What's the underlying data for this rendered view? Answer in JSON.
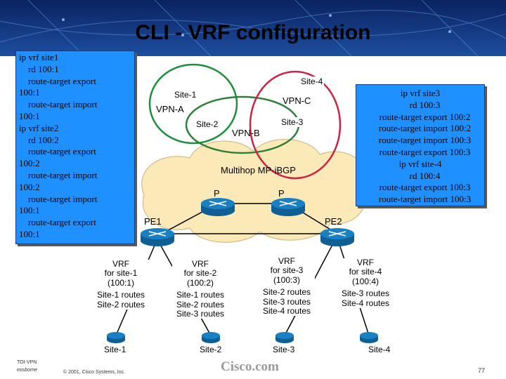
{
  "title": "CLI - VRF configuration",
  "config_left": [
    "ip vrf site1",
    "  rd 100:1",
    "  route-target export",
    "100:1",
    "  route-target import",
    "100:1",
    "ip vrf site2",
    "  rd 100:2",
    "  route-target export",
    "100:2",
    "  route-target import",
    "100:2",
    "  route-target import",
    "100:1",
    "  route-target export",
    "100:1"
  ],
  "config_right": [
    "ip vrf site3",
    "  rd 100:3",
    "  route-target export 100:2",
    "  route-target import 100:2",
    "  route-target import 100:3",
    "  route-target export  100:3",
    "ip vrf site-4",
    "  rd 100:4",
    "  route-target export 100:3",
    "  route-target import 100:3"
  ],
  "vpn_labels": {
    "vpn_a": "VPN-A",
    "vpn_b": "VPN-B",
    "vpn_c": "VPN-C"
  },
  "circle_sites": {
    "site1": "Site-1",
    "site2": "Site-2",
    "site3": "Site-3",
    "site4": "Site-4"
  },
  "cloud_label": "Multihop MP-iBGP",
  "routers": {
    "p1": "P",
    "p2": "P",
    "pe1": "PE1",
    "pe2": "PE2"
  },
  "vrf_boxes": [
    {
      "lines": [
        "VRF",
        "for site-1",
        "(100:1)",
        "Site-1 routes",
        "Site-2 routes"
      ]
    },
    {
      "lines": [
        "VRF",
        "for site-2",
        "(100:2)",
        "Site-1 routes",
        "Site-2 routes",
        "Site-3 routes"
      ]
    },
    {
      "lines": [
        "VRF",
        "for site-3",
        "(100:3)",
        "Site-2 routes",
        "Site-3 routes",
        "Site-4 routes"
      ]
    },
    {
      "lines": [
        "VRF",
        "for site-4",
        "(100:4)",
        "Site-3 routes",
        "Site-4 routes"
      ]
    }
  ],
  "ce_sites": [
    "Site-1",
    "Site-2",
    "Site-3",
    "Site-4"
  ],
  "footer": {
    "left_line1": "TOI-VPN",
    "left_line2": "eosborne",
    "copyright": "© 2001, Cisco Systems, Inc.",
    "brand": "Cisco.com",
    "page": "77"
  },
  "colors": {
    "header_bg": "#0f2e78",
    "config_box": "#1e90ff",
    "cloud": "#fce9b8",
    "vpn_a": "#1c8f3c",
    "vpn_b": "#2e7f3a",
    "vpn_c": "#cc2244",
    "router": "#1a80c4"
  }
}
